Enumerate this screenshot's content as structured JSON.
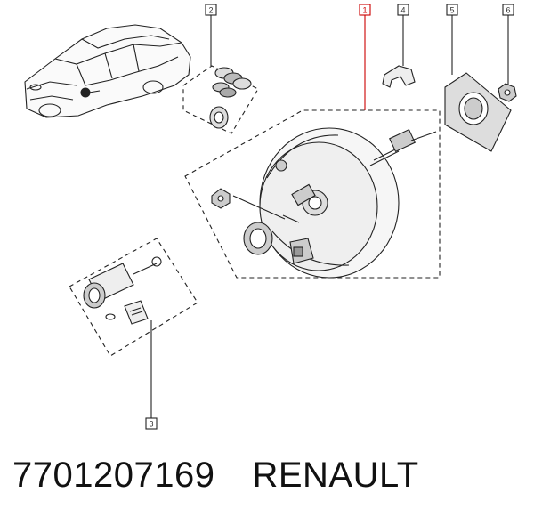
{
  "callouts": [
    {
      "label": "1",
      "highlight": true
    },
    {
      "label": "2",
      "highlight": false
    },
    {
      "label": "3",
      "highlight": false
    },
    {
      "label": "4",
      "highlight": false
    },
    {
      "label": "5",
      "highlight": false
    },
    {
      "label": "6",
      "highlight": false
    }
  ],
  "footer": {
    "part_number": "7701207169",
    "brand": "RENAULT"
  },
  "colors": {
    "line": "#222222",
    "highlight": "#cc0000"
  }
}
